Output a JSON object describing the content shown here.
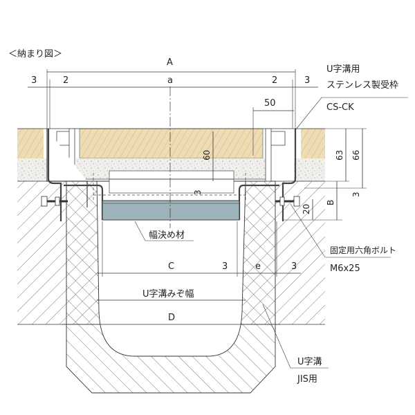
{
  "title": "＜納まり図＞",
  "dimensions": {
    "A": "A",
    "a": "a",
    "gap_left": "3",
    "gap_right": "3",
    "clear_left": "2",
    "clear_right": "2",
    "d50": "50",
    "d60": "60",
    "d63": "63",
    "d66": "66",
    "d3_inner": "3",
    "d3_right": "3",
    "B": "B",
    "d20": "20",
    "C": "C",
    "c3": "3",
    "e": "e",
    "e3": "3",
    "groove_width": "U字溝みぞ幅",
    "D": "D"
  },
  "labels": {
    "frame_line1": "U字溝用",
    "frame_line2": "ステンレス製受枠",
    "frame_line3": "CS-CK",
    "spacer": "幅決め材",
    "bolt_line1": "固定用六角ボルト",
    "bolt_line2": "M6x25",
    "channel_line1": "U字溝",
    "channel_line2": "JIS用"
  },
  "colors": {
    "pavement": "#eedcb4",
    "concrete": "#f2f0ed",
    "spacer": "#9db3b9"
  }
}
